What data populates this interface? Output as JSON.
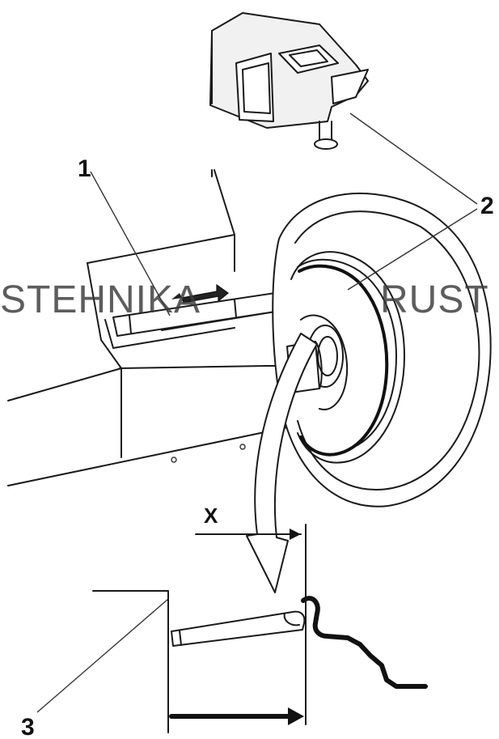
{
  "callouts": {
    "label_1": "1",
    "label_2": "2",
    "label_3": "3",
    "label_x": "X"
  },
  "watermark": {
    "left": "STEHNIKA",
    "right": "RUST"
  },
  "colors": {
    "line": "#1a1a1a",
    "background": "#ffffff",
    "watermark": "#3a3a3a"
  }
}
